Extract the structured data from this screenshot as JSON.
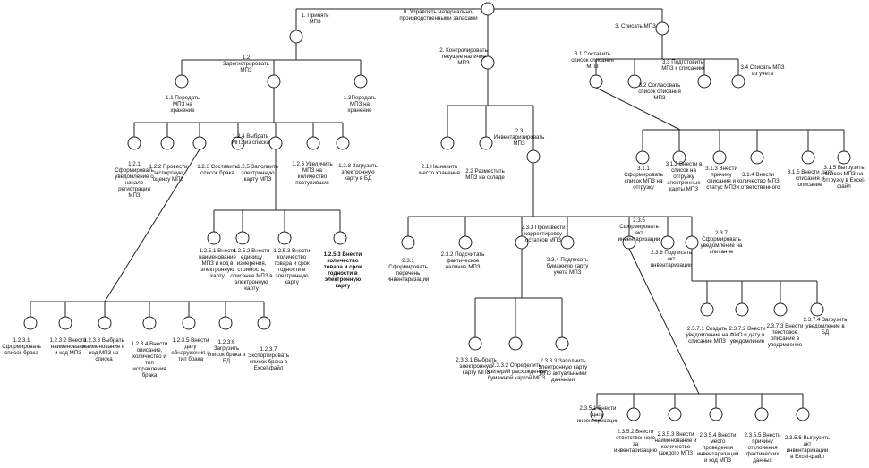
{
  "nodes": {
    "n0": [
      "0. Управлять материально-",
      "производственными запасами"
    ],
    "n1": [
      "1. Принять",
      "МПЗ"
    ],
    "n2": [
      "2. Контролировать",
      "текущее наличие",
      "МПЗ"
    ],
    "n3": [
      "3. Списать МПЗ"
    ],
    "n1_1": [
      "1.1 Передать",
      "МПЗ на",
      "хранение"
    ],
    "n1_2": [
      "1.2",
      "Зарегистрировать",
      "МПЗ"
    ],
    "n1_3": [
      "1.3Передать",
      "МПЗ на",
      "хранение"
    ],
    "n1_2_1": [
      "1.2.1",
      "Сформировать",
      "уведомление о",
      "начале",
      "регистрации",
      "МПЗ"
    ],
    "n1_2_2": [
      "1.2.2 Провести",
      "экспертную",
      "оценку МПЗ"
    ],
    "n1_2_3": [
      "1.2.3 Составить",
      "список брака"
    ],
    "n1_2_4": [
      "1.2.4 Выбрать",
      "МПЗ из списка"
    ],
    "n1_2_5": [
      "1.2.5 Заполнить",
      "электронную",
      "карту МПЗ"
    ],
    "n1_2_6": [
      "1.2.6 Увеличить",
      "МПЗ на",
      "количество",
      "поступивших"
    ],
    "n1_2_8": [
      "1.2.8 Загрузить",
      "электронную",
      "карту в БД"
    ],
    "n1_2_5_1": [
      "1.2.5.1 Внести",
      "наименование",
      "МПЗ и код в",
      "электронную",
      "карту"
    ],
    "n1_2_5_2": [
      "1.2.5.2 Внести",
      "единицу",
      "измерения,",
      "стоимость,",
      "описание МПЗ в",
      "электронную",
      "карту"
    ],
    "n1_2_5_3": [
      "1.2.5.3 Внести",
      "количество",
      "товара и срок",
      "годности в",
      "электронную",
      "карту"
    ],
    "n1_2_5_3b": [
      "1.2.5.3 Внести",
      "количество",
      "товара и срок",
      "годности в",
      "электронную",
      "карту"
    ],
    "n1_2_3_1": [
      "1.2.3.1",
      "Сформировать",
      "список брака"
    ],
    "n1_2_3_2": [
      "1.2.3.2 Внести",
      "наименовани",
      "и код МПЗ"
    ],
    "n1_2_3_3": [
      "1.2.3.3 Выбрать",
      "наименование и",
      "код МПЗ из",
      "списка"
    ],
    "n1_2_3_4": [
      "1.2.3.4 Внести",
      "описание,",
      "количество и",
      "тип",
      "исправления",
      "брака"
    ],
    "n1_2_3_5": [
      "1.2.3.5 Внести",
      "дату",
      "обнаружения и",
      "тип брака"
    ],
    "n1_2_3_6": [
      "1.2.3.6",
      "Загрузить",
      "список брака в",
      "БД"
    ],
    "n1_2_3_7": [
      "1.2.3.7",
      "Экспортировать",
      "список брака в",
      "Excel-файл"
    ],
    "n2_1": [
      "2.1 Назначить",
      "место хранения"
    ],
    "n2_2": [
      "2.2 Разместить",
      "МПЗ на складе"
    ],
    "n2_3": [
      "2.3",
      "Инвентаризировать",
      "МПЗ"
    ],
    "n2_3_1": [
      "2.3.1",
      "Сформировать",
      "перечень",
      "инвентаризации"
    ],
    "n2_3_2": [
      "2.3.2 Подсчитать",
      "фактическое",
      "наличие МПЗ"
    ],
    "n2_3_3": [
      "2.3.3 Произвести",
      "корректировку",
      "остатков МПЗ"
    ],
    "n2_3_4": [
      "2.3.4 Подписать",
      "бумажную карту",
      "учета МПЗ"
    ],
    "n2_3_5": [
      "2.3.5",
      "Сформировать",
      "акт",
      "инвентаризации"
    ],
    "n2_3_6": [
      "2.3.6 Подписать",
      "акт",
      "инвентаризации"
    ],
    "n2_3_7": [
      "2.3.7",
      "Сформировать",
      "уведомление на",
      "списание"
    ],
    "n2_3_3_1": [
      "2.3.3.1 Выбрать",
      "электронную",
      "карту МПЗ"
    ],
    "n2_3_3_2": [
      "2.3.3.2 Определить",
      "критерий расхождения",
      "бумажной картой МПЗ"
    ],
    "n2_3_3_3": [
      "2.3.3.3 Заполнить",
      "электронную карту",
      "МПЗ актуальными",
      "данными"
    ],
    "n2_3_7_1": [
      "2.3.7.1 Создать",
      "уведомление на",
      "списание МПЗ"
    ],
    "n2_3_7_2": [
      "2.3.7.2 Внести",
      "ФИО и дату в",
      "уведомление"
    ],
    "n2_3_7_3": [
      "2.3.7.3 Внести",
      "текстовое",
      "описание в",
      "уведомление"
    ],
    "n2_3_7_4": [
      "2.3.7.4 Загрузить",
      "уведомление в",
      "БД"
    ],
    "n2_3_5_1": [
      "2.3.5.1 Внести",
      "дату",
      "инвентаризации"
    ],
    "n2_3_5_2": [
      "2.3.5.2 Внести",
      "ответственного",
      "за",
      "инвентаризацию"
    ],
    "n2_3_5_3": [
      "2.3.5.3 Внести",
      "наименование и",
      "количество",
      "каждого МПЗ"
    ],
    "n2_3_5_4": [
      "2.3.5.4 Внести",
      "место",
      "проведения",
      "инвентаризации",
      "и код МПЗ"
    ],
    "n2_3_5_5": [
      "2.3.5.5 Внести",
      "причину",
      "отклонения",
      "фактических",
      "данных"
    ],
    "n2_3_5_6": [
      "2.3.5.6 Выгрузить",
      "акт",
      "инвентаризации",
      "в Excel-файл"
    ],
    "n3_1": [
      "3.1 Составить",
      "список списания",
      "МПЗ"
    ],
    "n3_2": [
      "3.2 Согласовать",
      "список списания",
      "МПЗ"
    ],
    "n3_3": [
      "3.3 Подготовить",
      "МПЗ к списанию"
    ],
    "n3_4": [
      "3.4 Списать МПЗ",
      "из учета"
    ],
    "n3_1_1": [
      "3.1.1",
      "Сформировать",
      "список МПЗ на",
      "отгрузку"
    ],
    "n3_1_2": [
      "3.1.2 Внести в",
      "список на",
      "отгрузку",
      "электронные",
      "карты МПЗ"
    ],
    "n3_1_3": [
      "3.1.3 Внести",
      "причину",
      "списания и",
      "статус МПЗ"
    ],
    "n3_1_4": [
      "3.1.4 Внести",
      "количество МПЗ",
      "и ответственного"
    ],
    "n3_1_5": [
      "3.1.5 Внести дату",
      "списания и",
      "описание"
    ],
    "n3_1_5b": [
      "3.1.5 Выгрузить",
      "список МПЗ на",
      "отгрузку в Excel-",
      "файл"
    ]
  }
}
